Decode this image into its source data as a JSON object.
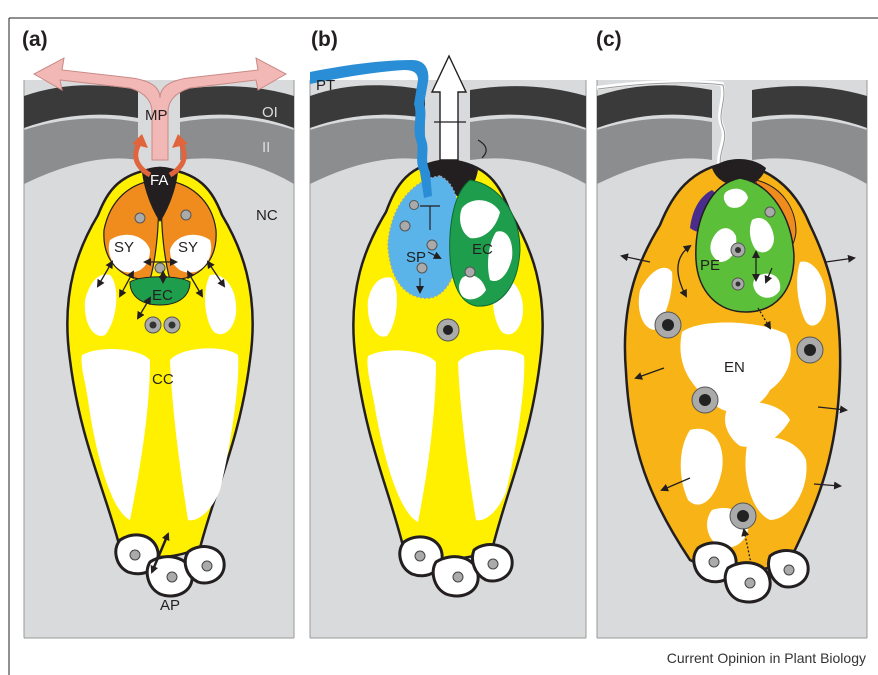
{
  "panels": {
    "a": {
      "letter": "(a)",
      "labels": {
        "mp": "MP",
        "oi": "OI",
        "ii": "II",
        "fa": "FA",
        "nc": "NC",
        "sy_left": "SY",
        "sy_right": "SY",
        "ec": "EC",
        "cc": "CC",
        "ap": "AP"
      }
    },
    "b": {
      "letter": "(b)",
      "labels": {
        "pt": "PT",
        "sp": "SP",
        "ec": "EC"
      }
    },
    "c": {
      "letter": "(c)",
      "labels": {
        "pe": "PE",
        "en": "EN"
      }
    }
  },
  "credit": "Current Opinion in Plant Biology",
  "colors": {
    "nucellus": "#d9dadb",
    "integument_outer": "#3a3a3a",
    "integument_inner": "#8c8d8f",
    "central_cell": "#fff000",
    "synergid": "#f08c1e",
    "egg_cell": "#1e9e4c",
    "pollen_tube": "#2a8ed6",
    "sperm_cell": "#5ab4ea",
    "endosperm": "#f8b416",
    "proembryo": "#5cbf3a",
    "micropyle_arrow": "#f2b8b5",
    "filiform_arrow": "#e0643c",
    "vacuole": "#ffffff",
    "outline": "#231f20"
  }
}
